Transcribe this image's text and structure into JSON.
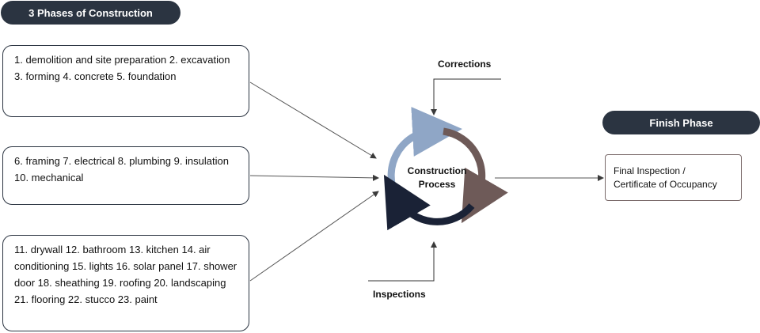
{
  "title": "3 Phases of Construction",
  "phases": [
    {
      "text": "1. demolition and site preparation 2. excavation 3. forming 4. concrete 5. foundation"
    },
    {
      "text": "6. framing 7. electrical 8. plumbing 9. insulation 10. mechanical"
    },
    {
      "text": "11. drywall 12. bathroom 13. kitchen 14. air conditioning 15. lights 16. solar panel 17. shower door 18. sheathing 19. roofing 20. landscaping 21. flooring 22. stucco 23. paint"
    }
  ],
  "cycle": {
    "line1": "Construction",
    "line2": "Process"
  },
  "corrections_label": "Corrections",
  "inspections_label": "Inspections",
  "finish": {
    "title": "Finish Phase",
    "line1": "Final Inspection /",
    "line2": "Certificate of Occupancy"
  },
  "colors": {
    "dark": "#2b3441",
    "arc_light": "#8fa6c6",
    "arc_brown": "#6e5a58",
    "arc_navy": "#1a2236"
  }
}
